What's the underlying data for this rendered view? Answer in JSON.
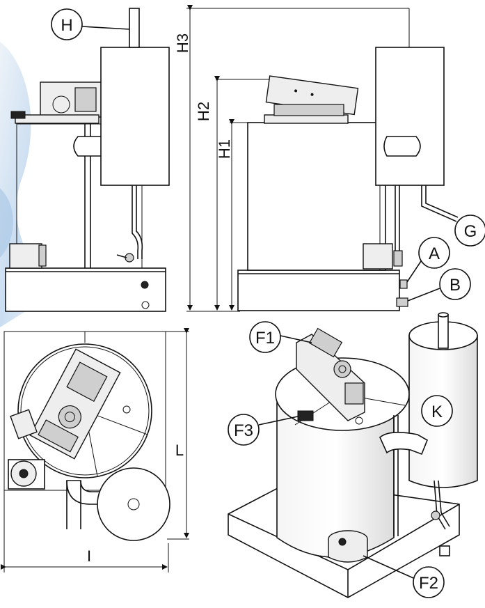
{
  "diagram": {
    "callouts": {
      "H": "H",
      "G": "G",
      "A": "A",
      "B": "B",
      "K": "K",
      "F1": "F1",
      "F2": "F2",
      "F3": "F3"
    },
    "dimensions": {
      "H1": "H1",
      "H2": "H2",
      "H3": "H3",
      "L": "L",
      "I": "I"
    },
    "colors": {
      "line": "#111111",
      "background": "#ffffff",
      "watermark": "#6fa3d6"
    }
  }
}
